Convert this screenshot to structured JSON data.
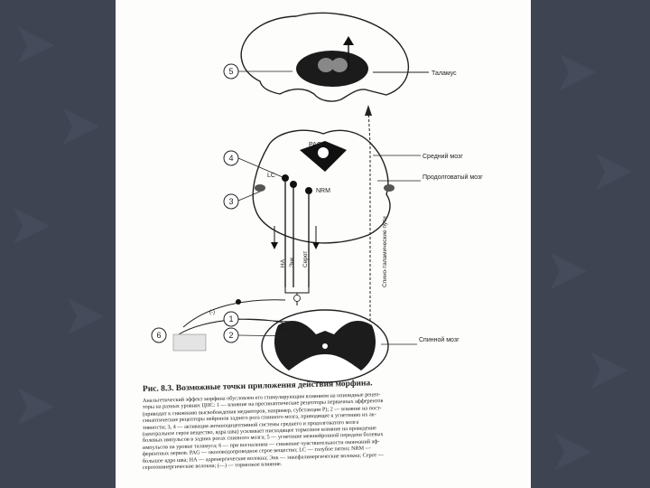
{
  "labels": {
    "thalamus": "Таламус",
    "midbrain": "Средний мозг",
    "medulla": "Продолговатый мозг",
    "spinal_cord": "Спинной мозг",
    "tract": "Спино-таламические пути",
    "pag": "PAG",
    "lc": "LC",
    "nrm": "NRM",
    "fiber_ha": "НА",
    "fiber_enk": "Энк",
    "fiber_sert": "Серот",
    "n1": "1",
    "n2": "2",
    "n3": "3",
    "n4": "4",
    "n5": "5",
    "n6": "6"
  },
  "caption": {
    "title": "Рис. 8.3. Возможные точки приложения действия морфина.",
    "lines": [
      "Анальгетический эффект морфина обусловлен его стимулирующим влиянием на опиоидные рецеп-",
      "торы на разных уровнях ЦНС: 1 — влияние на пресинаптические рецепторы первичных афферентов",
      "(приводит к снижению высвобождения медиаторов, например, субстанции Р); 2 — влияние на пост-",
      "синаптические рецепторы нейронов заднего рога спинного мозга, приводящее к угнетению их ак-",
      "тивности; 3, 4 — активация антиноцицептивной системы среднего и продолговатого мозга",
      "(центральное серое вещество, ядра шва) усиливает нисходящее тормозное влияние на проведение",
      "болевых импульсов в задних рогах спинного мозга; 5 — угнетение межнейронной передачи болевых",
      "импульсов на уровне таламуса; 6 — при воспалении — снижение чувствительности окончаний аф-",
      "ферентных нервов. PAG — околоводопроводное серое вещество; LC — голубое пятно; NRM —",
      "большое ядро шва; НА — адренергические волокна; Энк — энкефалинергические волокна; Серот —",
      "серотонинергические волокна; (—) — тормозное влияние."
    ]
  }
}
